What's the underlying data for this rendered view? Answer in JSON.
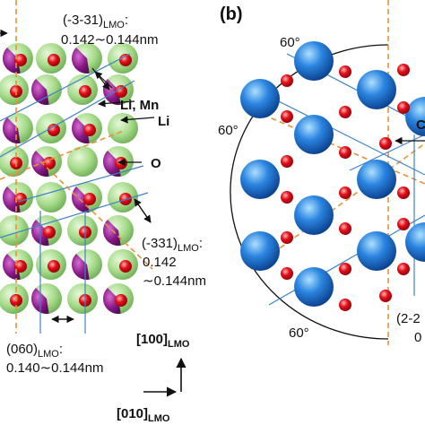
{
  "panel_b": {
    "label": "(b)"
  },
  "left_panel": {
    "plane_331m": {
      "main": "(-3-31)",
      "sub": "LMO",
      "colon": ":",
      "range": "0.142∼0.144nm"
    },
    "plane_331": {
      "main": "(-331)",
      "sub": "LMO",
      "colon": ":",
      "line2": "0.142",
      "line3": "∼0.144nm"
    },
    "plane_060": {
      "main": "(060)",
      "sub": "LMO",
      "colon": ":",
      "range": "0.140∼0.144nm"
    },
    "site_li_mn": "Li, Mn",
    "site_li": "Li",
    "site_o": "O"
  },
  "axes": {
    "vertical": {
      "main": "[100]",
      "sub": "LMO"
    },
    "horizontal": {
      "main": "[010]",
      "sub": "LMO"
    }
  },
  "right_panel": {
    "angle_top": "60°",
    "angle_left": "60°",
    "angle_bottom": "60°",
    "cut_label_partial": "C",
    "cut_plane_partial": "(2-2",
    "cut_value_partial": "0"
  },
  "colors": {
    "li_green": "#a8dc8c",
    "mn_purple": "#8b1a8a",
    "oxygen_red": "#e3101a",
    "mn_blue": "#1f74d2",
    "dashed_orange": "#e8913a",
    "plane_line_blue": "#3f83c5"
  }
}
